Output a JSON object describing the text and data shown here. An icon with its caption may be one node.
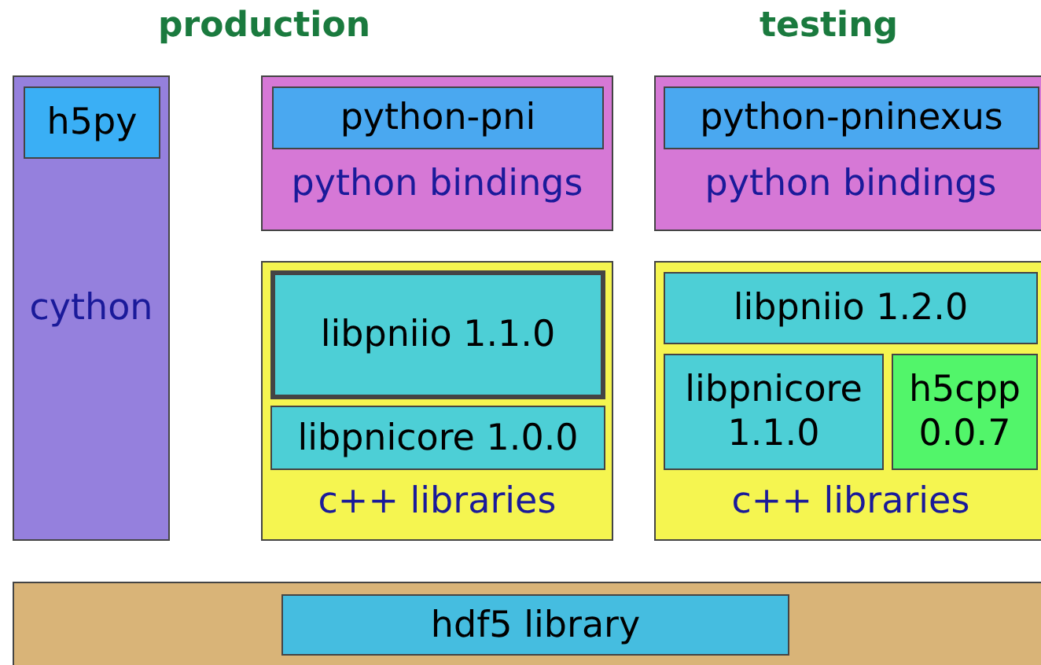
{
  "diagram": {
    "nodes": [
      {
        "text": [
          "cython"
        ]
      },
      {
        "text": [
          "h5py"
        ],
        "in": 0
      },
      {
        "text": [
          "python bindings"
        ]
      },
      {
        "text": [
          "python-pni"
        ],
        "in": 2
      },
      {
        "text": [
          "python bindings"
        ]
      },
      {
        "text": [
          "python-pninexus"
        ],
        "in": 4
      },
      {
        "text": [
          "c++ libraries"
        ]
      },
      {
        "text": [
          "libpniio 1.1.0"
        ],
        "in": 6
      },
      {
        "text": [
          "libpnicore 1.0.0"
        ],
        "in": 6
      },
      {
        "text": [
          "c++ libraries"
        ]
      },
      {
        "text": [
          "libpniio 1.2.0"
        ],
        "in": 9
      },
      {
        "text": [
          "libpnicore 1.1.0"
        ],
        "in": 9
      },
      {
        "text": [
          "h5cpp 0.0.7"
        ],
        "in": 9
      },
      {
        "text": [],
        "shape": "bar"
      },
      {
        "text": [
          "hdf5 library"
        ],
        "in": 13
      }
    ],
    "labels": [
      "production",
      "testing"
    ]
  }
}
